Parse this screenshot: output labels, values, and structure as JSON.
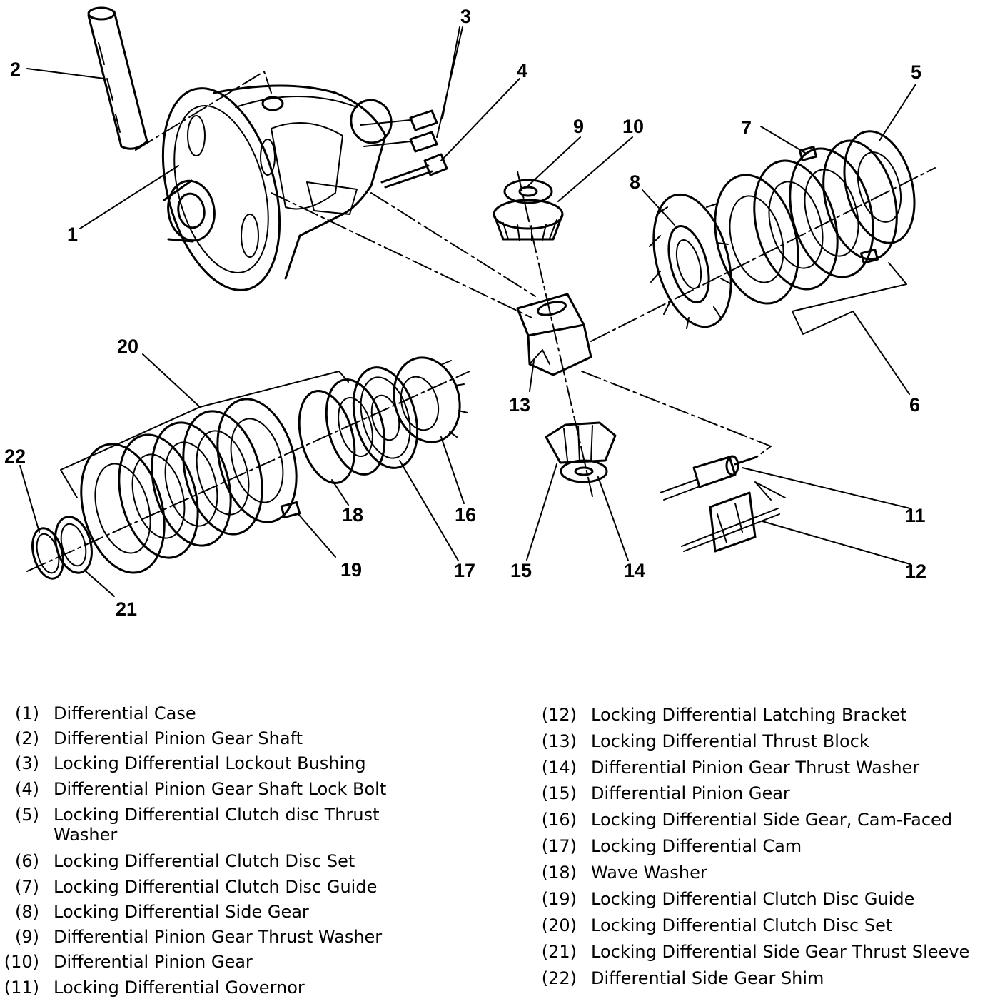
{
  "callouts": [
    "1",
    "2",
    "3",
    "4",
    "5",
    "6",
    "7",
    "8",
    "9",
    "10",
    "11",
    "12",
    "13",
    "14",
    "15",
    "16",
    "17",
    "18",
    "19",
    "20",
    "21",
    "22"
  ],
  "legend": [
    {
      "num": "(1)",
      "text": "Differential Case"
    },
    {
      "num": "(2)",
      "text": "Differential Pinion Gear Shaft"
    },
    {
      "num": "(3)",
      "text": "Locking Differential Lockout Bushing"
    },
    {
      "num": "(4)",
      "text": "Differential Pinion Gear Shaft Lock Bolt"
    },
    {
      "num": "(5)",
      "text": "Locking Differential Clutch disc Thrust Washer"
    },
    {
      "num": "(6)",
      "text": "Locking Differential Clutch Disc Set"
    },
    {
      "num": "(7)",
      "text": "Locking Differential Clutch Disc Guide"
    },
    {
      "num": "(8)",
      "text": "Locking Differential Side Gear"
    },
    {
      "num": "(9)",
      "text": "Differential Pinion Gear Thrust Washer"
    },
    {
      "num": "(10)",
      "text": "Differential Pinion Gear"
    },
    {
      "num": "(11)",
      "text": "Locking Differential Governor"
    },
    {
      "num": "(12)",
      "text": "Locking Differential Latching Bracket"
    },
    {
      "num": "(13)",
      "text": "Locking Differential Thrust Block"
    },
    {
      "num": "(14)",
      "text": "Differential Pinion Gear Thrust Washer"
    },
    {
      "num": "(15)",
      "text": "Differential Pinion Gear"
    },
    {
      "num": "(16)",
      "text": "Locking Differential Side Gear, Cam-Faced"
    },
    {
      "num": "(17)",
      "text": "Locking Differential Cam"
    },
    {
      "num": "(18)",
      "text": "Wave Washer"
    },
    {
      "num": "(19)",
      "text": "Locking Differential Clutch Disc Guide"
    },
    {
      "num": "(20)",
      "text": "Locking Differential Clutch Disc Set"
    },
    {
      "num": "(21)",
      "text": "Locking Differential Side Gear Thrust Sleeve"
    },
    {
      "num": "(22)",
      "text": "Differential Side Gear Shim"
    }
  ]
}
